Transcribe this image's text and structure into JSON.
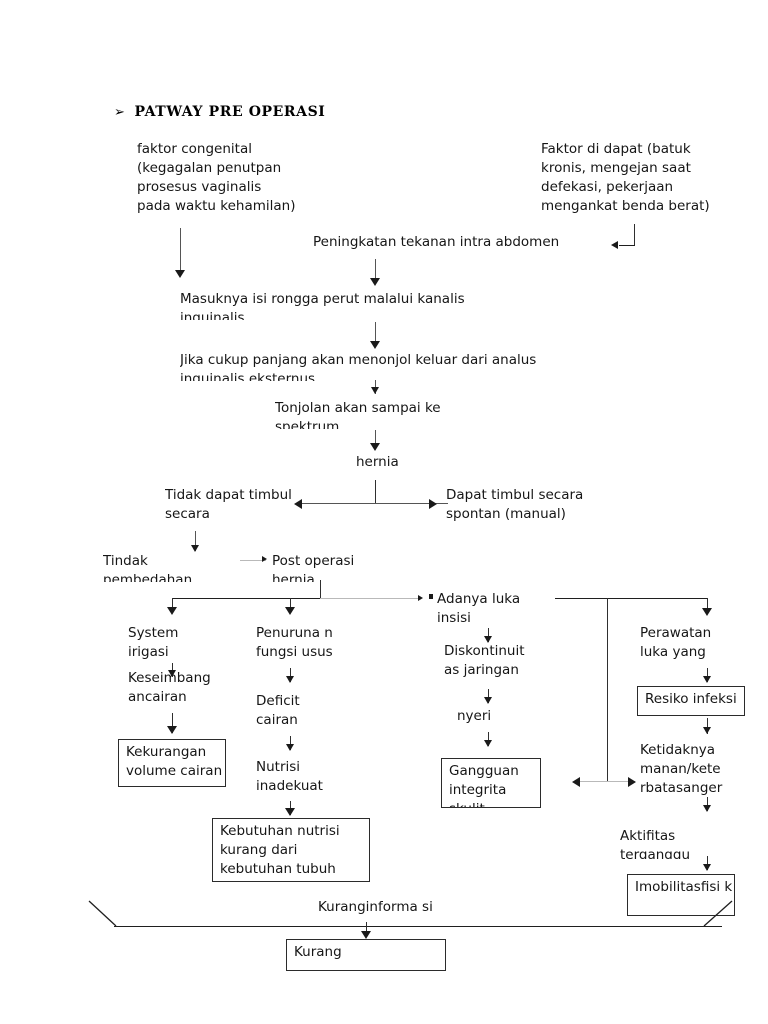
{
  "document": {
    "title": "PATWAY PRE OPERASI",
    "title_bullet": "➢"
  },
  "nodes": {
    "faktor_congenital": "faktor congenital (kegagalan penutpan prosesus vaginalis pada waktu kehamilan)",
    "faktor_didapat": "Faktor di dapat (batuk kronis, mengejan saat defekasi, pekerjaan mengankat benda berat)",
    "peningkatan_tekanan": "Peningkatan tekanan intra abdomen",
    "masuknya_isi": "Masuknya isi rongga perut malalui kanalis inguinalis",
    "jika_cukup_panjang": "Jika cukup panjang akan menonjol keluar dari analus inguinalis eksternus",
    "tonjolan": "Tonjolan akan sampai ke spektrum",
    "hernia": "hernia",
    "tidak_dapat_timbul": "Tidak dapat timbul secara",
    "dapat_timbul_spontan": "Dapat timbul secara spontan (manual)",
    "tindak_pembedahan": "Tindak pembedahan",
    "post_operasi_hernia": "Post operasi hernia",
    "system_irigasi": "System irigasi",
    "keseimbangan_cairan": "Keseimbang ancairan",
    "kekurangan_volume_cairan": "Kekurangan volume cairan",
    "penurunan_fungsi_usus": "Penuruna n fungsi usus",
    "deficit_cairan": "Deficit cairan",
    "nutrisi_inadekuat": "Nutrisi inadekuat",
    "kebutuhan_nutrisi": "Kebutuhan nutrisi kurang dari kebutuhan tubuh",
    "adanya_luka_insisi": "Adanya luka insisi",
    "diskontinuitas_jaringan": "Diskontinuit as jaringan",
    "nyeri": "nyeri",
    "gangguan_integritas_kulit": "Gangguan integrita skulit",
    "perawatan_luka": "Perawatan luka yang",
    "resiko_infeksi": "Resiko infeksi",
    "ketidaknyamanan": "Ketidaknya manan/kete rbatasanger ak",
    "aktifitas_terganggu": "Aktifitas terganggu",
    "imobilitas_fisik": "Imobilitasfisi k",
    "kurang_informasi": "Kuranginforma si",
    "kurang": "Kurang"
  }
}
